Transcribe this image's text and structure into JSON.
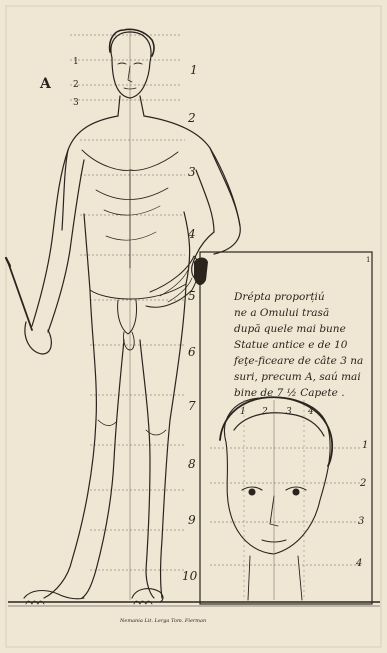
{
  "plate": {
    "letter_a": "A",
    "upper_ticks": [
      "1",
      "2",
      "3"
    ],
    "body_scale": [
      "1",
      "2",
      "3",
      "4",
      "5",
      "6",
      "7",
      "8",
      "9",
      "10"
    ],
    "caption_lines": [
      "Drépta proporțiú",
      "ne a Omului trasă",
      "după quele mai bune",
      "Statue antice  e de 10",
      "feţe-ficeare de câte 3 na",
      "suri, precum A, saú mai",
      "bine de 7 ½ Capete ."
    ],
    "head_top_scale": [
      "1",
      "2",
      "3",
      "4"
    ],
    "head_side_scale": [
      "1",
      "2",
      "3",
      "4"
    ],
    "small_tick": "1",
    "imprint": "Nemania Lit. Lerga Tom. Fierman"
  },
  "colors": {
    "paper": "#efe6d4",
    "ink": "#2b241d"
  }
}
